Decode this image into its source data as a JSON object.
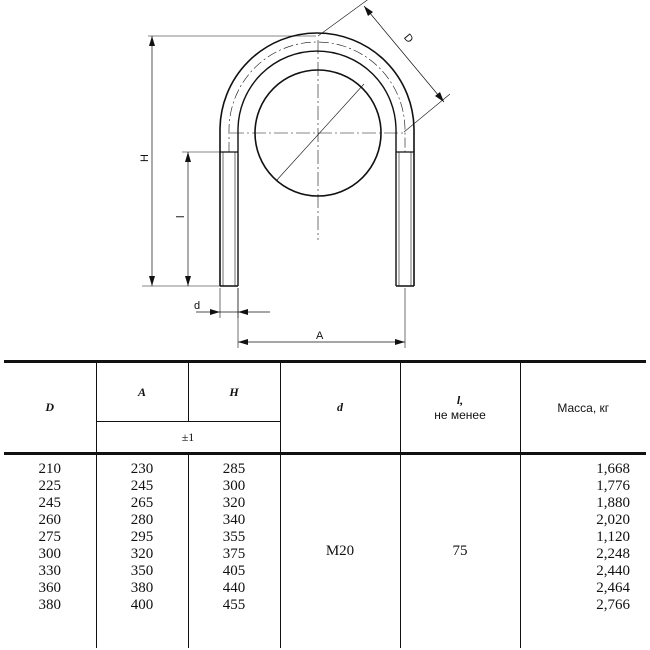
{
  "drawing": {
    "labels": {
      "D": "D",
      "H": "H",
      "l": "l",
      "d": "d",
      "A": "A"
    }
  },
  "table": {
    "headers": {
      "D": "D",
      "A": "A",
      "H": "H",
      "tolerance": "±1",
      "d": "d",
      "l": "l,",
      "l_note": "не менее",
      "mass": "Масса, кг"
    },
    "rows": {
      "D": [
        "210",
        "225",
        "245",
        "260",
        "275",
        "300",
        "330",
        "360",
        "380"
      ],
      "A": [
        "230",
        "245",
        "265",
        "280",
        "295",
        "320",
        "350",
        "380",
        "400"
      ],
      "H": [
        "285",
        "300",
        "320",
        "340",
        "355",
        "375",
        "405",
        "440",
        "455"
      ],
      "mass": [
        "1,668",
        "1,776",
        "1,880",
        "2,020",
        "1,120",
        "2,248",
        "2,440",
        "2,464",
        "2,766"
      ]
    },
    "d_value": "M20",
    "l_value": "75"
  }
}
